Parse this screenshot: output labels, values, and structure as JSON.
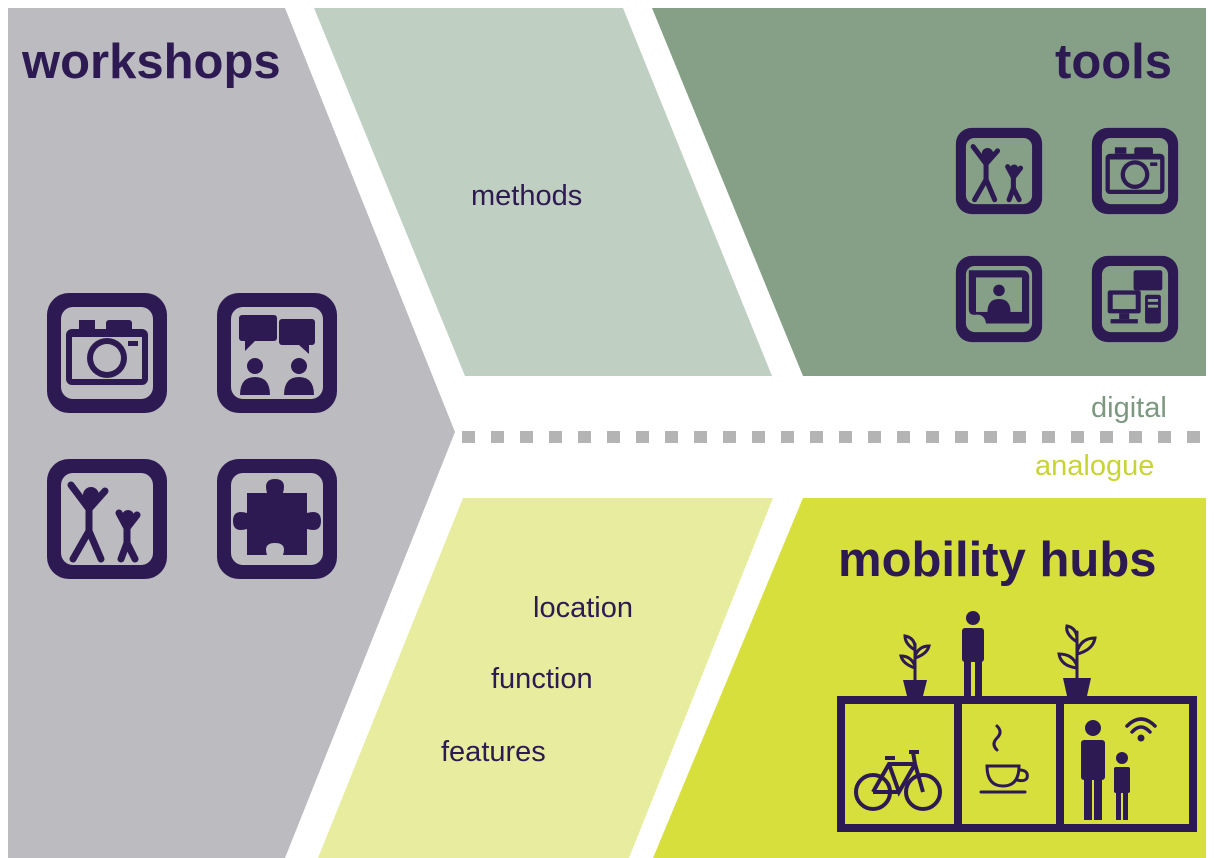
{
  "colors": {
    "navy": "#2e1a52",
    "workshops_bg": "#bcbcc0",
    "methods_bg": "#bfcfc1",
    "tools_bg": "#86a088",
    "mobility_bg": "#d7df3d",
    "inputs_bg": "#e7ec9e",
    "divider": "#b4b4b4",
    "digital_text": "#7d9880",
    "analogue_text": "#c8d433"
  },
  "sections": {
    "workshops": {
      "title": "workshops",
      "icons": [
        "camera-icon",
        "chat-people-icon",
        "dancing-people-icon",
        "puzzle-icon"
      ]
    },
    "methods": {
      "label": "methods"
    },
    "tools": {
      "title": "tools",
      "icons": [
        "dancing-people-icon",
        "camera-icon",
        "map-person-icon",
        "computer-network-icon"
      ]
    },
    "mobility_hubs": {
      "title": "mobility hubs",
      "icons": [
        "plant-icon",
        "person-icon",
        "plant-icon",
        "bicycle-icon",
        "coffee-cup-icon",
        "parent-child-icon",
        "wifi-icon"
      ]
    },
    "inputs": {
      "labels": [
        "location",
        "function",
        "features"
      ]
    }
  },
  "divider": {
    "upper_label": "digital",
    "lower_label": "analogue"
  }
}
